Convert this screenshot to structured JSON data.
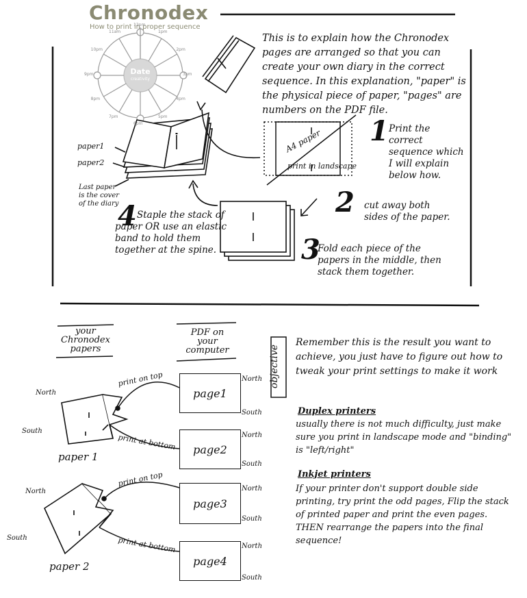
{
  "logo": {
    "title": "Chronodex",
    "subtitle": "How to print in proper sequence",
    "center_label": "Date",
    "center_sub": "creativity",
    "hours": [
      "12pm",
      "1pm",
      "2pm",
      "3pm",
      "4pm",
      "5pm",
      "6pm",
      "7pm",
      "8pm",
      "9pm",
      "10pm",
      "11am"
    ]
  },
  "intro": "This is to explain how the Chronodex pages are arranged so that you can create your own diary in the correct sequence. In this explanation, \"paper\" is the physical piece of paper, \"pages\" are numbers on the PDF file.",
  "diagram_top": {
    "paper_label": "A4 paper",
    "print_note": "print in landscape",
    "paper1": "paper1",
    "paper2": "paper2",
    "last_paper": "Last paper is the cover of the diary"
  },
  "steps": [
    {
      "num": "1",
      "text": "Print the correct sequence which I will explain below how."
    },
    {
      "num": "2",
      "text": "cut away both sides of the paper."
    },
    {
      "num": "3",
      "text": "Fold each piece of the papers in the middle, then stack them together."
    },
    {
      "num": "4",
      "text": "Staple the stack of paper OR use an elastic band to hold them together at the spine."
    }
  ],
  "bottom": {
    "col_papers": "your Chronodex papers",
    "col_pdf": "PDF on your computer",
    "objective": "objective",
    "north": "North",
    "south": "South",
    "print_top": "print on top",
    "print_bottom": "print at bottom",
    "paper_a": "paper 1",
    "paper_b": "paper 2",
    "pages": [
      "page1",
      "page2",
      "page3",
      "page4"
    ]
  },
  "notes": {
    "remember": "Remember this is the result you want to achieve, you just have to figure out how to tweak your print settings to make it work",
    "duplex_title": "Duplex printers",
    "duplex_text": "usually there is not much difficulty, just make sure you print in landscape mode and \"binding\" is \"left/right\"",
    "inkjet_title": "Inkjet printers",
    "inkjet_text": "If your printer don't support double side printing, try print the odd pages, Flip the stack of printed paper and print the even pages. THEN rearrange the papers into the final sequence!"
  }
}
